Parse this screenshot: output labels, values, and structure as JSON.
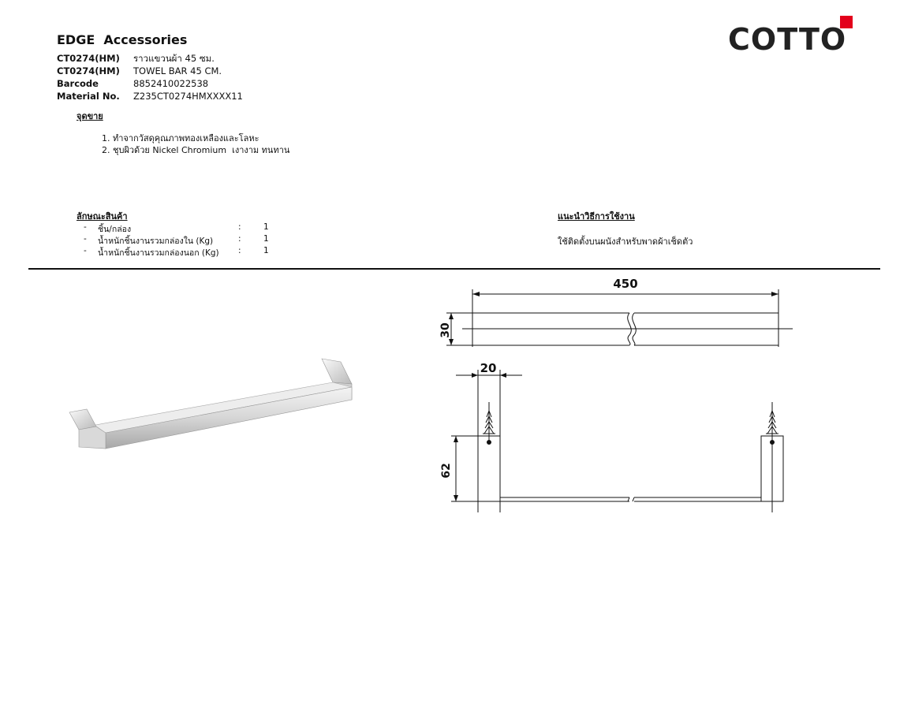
{
  "header": {
    "series_title": "EDGE  Accessories",
    "logo_text": "COTTO",
    "logo_accent_color": "#e3001b"
  },
  "specs": [
    {
      "key": "CT0274(HM)",
      "value": "ราวแขวนผ้า 45 ซม."
    },
    {
      "key": "CT0274(HM)",
      "value": "TOWEL BAR 45 CM."
    },
    {
      "key": "Barcode",
      "value": "8852410022538"
    },
    {
      "key": "Material No.",
      "value": "Z235CT0274HMXXXX11"
    }
  ],
  "selling_points": {
    "title": "จุดขาย",
    "items": [
      "1. ทำจากวัสดุคุณภาพทองเหลืองและโลหะ",
      "2. ชุบผิวด้วย Nickel Chromium  เงางาม ทนทาน"
    ]
  },
  "characteristics": {
    "title": "ลักษณะสินค้า",
    "items": [
      {
        "label": "ชิ้น/กล่อง",
        "value": "1"
      },
      {
        "label": "น้ำหนักชิ้นงานรวมกล่องใน (Kg)",
        "value": "1"
      },
      {
        "label": "น้ำหนักชิ้นงานรวมกล่องนอก (Kg)",
        "value": "1"
      }
    ],
    "bullet": "-",
    "separator": ":"
  },
  "usage": {
    "title": "แนะนำวิธีการใช้งาน",
    "text": "ใช้ติดตั้งบนผนังสำหรับพาดผ้าเช็ดตัว"
  },
  "drawing": {
    "dim_length": "450",
    "dim_height": "30",
    "dim_depth": "20",
    "dim_projection": "62"
  }
}
